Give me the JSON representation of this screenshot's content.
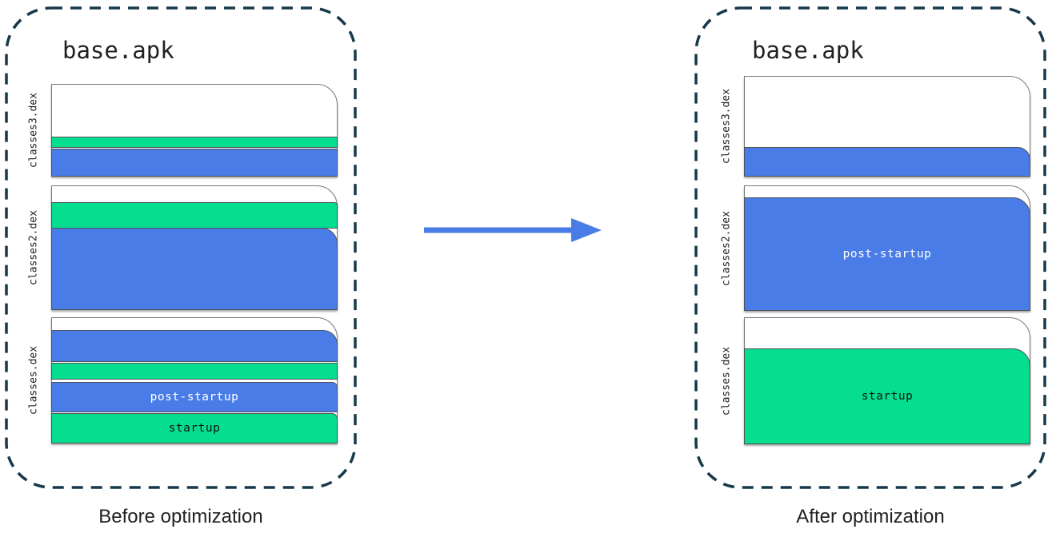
{
  "colors": {
    "blue": "#4a7ce8",
    "green": "#04de8e",
    "arrow_blue": "#4a7ce8",
    "dash_border": "#17394a",
    "page_outline": "#7a7a7a",
    "stripe_outline": "#4e5256",
    "text_dark": "#202124"
  },
  "icons": {
    "transform_arrow": "right-arrow"
  },
  "before": {
    "title": "base.apk",
    "caption": "Before optimization",
    "files": {
      "f3": "classes3.dex",
      "f2": "classes2.dex",
      "f1": "classes.dex"
    },
    "labels": {
      "post_startup": "post-startup",
      "startup": "startup"
    }
  },
  "after": {
    "title": "base.apk",
    "caption": "After optimization",
    "files": {
      "f3": "classes3.dex",
      "f2": "classes2.dex",
      "f1": "classes.dex"
    },
    "labels": {
      "post_startup": "post-startup",
      "startup": "startup"
    }
  }
}
